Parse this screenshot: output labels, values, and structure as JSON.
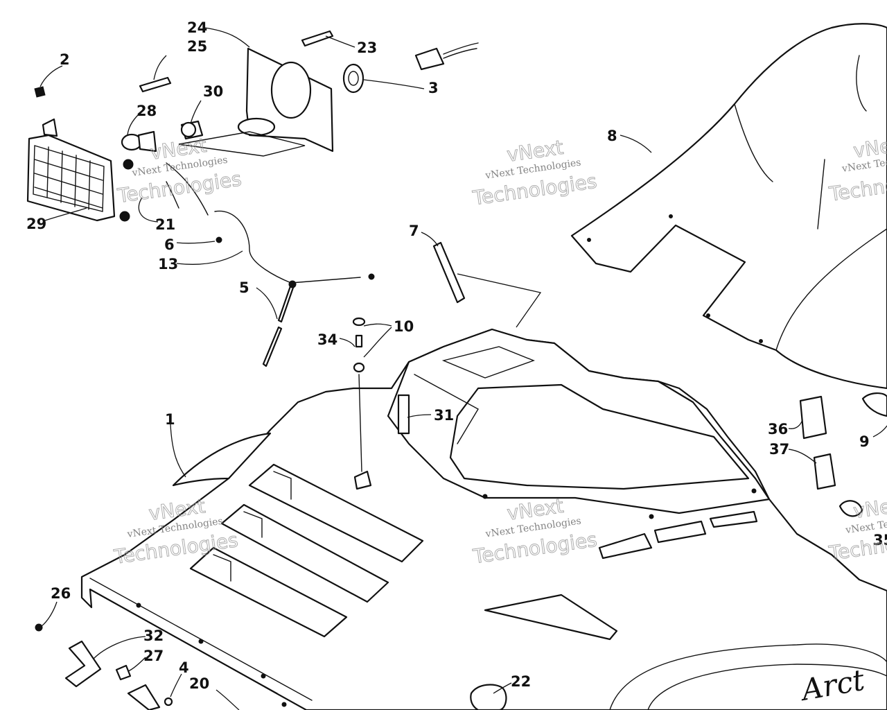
{
  "callouts": {
    "c1": "1",
    "c2": "2",
    "c3": "3",
    "c4": "4",
    "c5": "5",
    "c6": "6",
    "c7": "7",
    "c8": "8",
    "c9": "9",
    "c10": "10",
    "c13": "13",
    "c20": "20",
    "c21": "21",
    "c22": "22",
    "c23": "23",
    "c24": "24",
    "c25": "25",
    "c26": "26",
    "c27": "27",
    "c28": "28",
    "c29": "29",
    "c30": "30",
    "c31": "31",
    "c32": "32",
    "c34": "34",
    "c35": "35",
    "c36": "36",
    "c37": "37"
  },
  "watermark": {
    "line1": "vNext Technologies",
    "line2": "Technologies",
    "line3": "vNext"
  }
}
